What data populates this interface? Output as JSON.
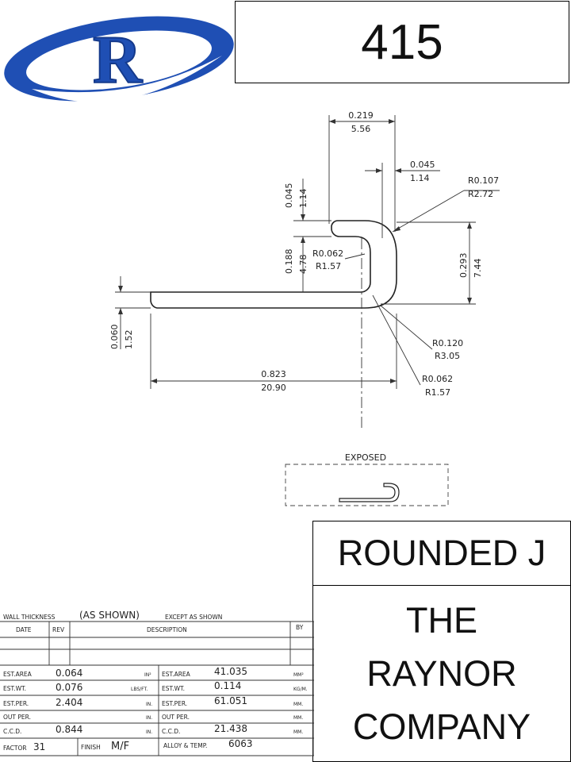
{
  "logo": {
    "letter": "R"
  },
  "part_number": "415",
  "profile_name": "ROUNDED J",
  "company": {
    "line1": "THE",
    "line2": "RAYNOR",
    "line3": "COMPANY"
  },
  "dimensions": {
    "top_width": {
      "inch": "0.219",
      "mm": "5.56"
    },
    "lip_thickness": {
      "inch": "0.045",
      "mm": "1.14"
    },
    "top_height": {
      "inch": "0.045",
      "mm": "1.14"
    },
    "outer_radius": {
      "inch": "R0.107",
      "mm": "R2.72"
    },
    "inner_radius": {
      "inch": "R0.062",
      "mm": "R1.57"
    },
    "inner_height": {
      "inch": "0.188",
      "mm": "4.78"
    },
    "overall_height": {
      "inch": "0.293",
      "mm": "7.44"
    },
    "base_thickness": {
      "inch": "0.060",
      "mm": "1.52"
    },
    "bottom_outer_radius": {
      "inch": "R0.120",
      "mm": "R3.05"
    },
    "bottom_inner_radius": {
      "inch": "R0.062",
      "mm": "R1.57"
    },
    "overall_width": {
      "inch": "0.823",
      "mm": "20.90"
    }
  },
  "exposed_label": "EXPOSED",
  "spec": {
    "wall_thickness_label": "WALL THICKNESS",
    "wall_thickness_value": "(AS SHOWN)",
    "except_label": "EXCEPT AS SHOWN",
    "col_date": "DATE",
    "col_rev": "REV",
    "col_description": "DESCRIPTION",
    "col_by": "BY",
    "left_rows": [
      {
        "label": "EST.AREA",
        "value": "0.064",
        "unit": "IN²"
      },
      {
        "label": "EST.WT.",
        "value": "0.076",
        "unit": "LBS/FT."
      },
      {
        "label": "EST.PER.",
        "value": "2.404",
        "unit": "IN."
      },
      {
        "label": "OUT PER.",
        "value": "",
        "unit": "IN."
      },
      {
        "label": "C.C.D.",
        "value": "0.844",
        "unit": "IN."
      }
    ],
    "right_rows": [
      {
        "label": "EST.AREA",
        "value": "41.035",
        "unit": "MM²"
      },
      {
        "label": "EST.WT.",
        "value": "0.114",
        "unit": "KG/M."
      },
      {
        "label": "EST.PER.",
        "value": "61.051",
        "unit": "MM."
      },
      {
        "label": "OUT PER.",
        "value": "",
        "unit": "MM."
      },
      {
        "label": "C.C.D.",
        "value": "21.438",
        "unit": "MM."
      }
    ],
    "factor_label": "FACTOR",
    "factor_value": "31",
    "finish_label": "FINISH",
    "finish_value": "M/F",
    "alloy_label": "ALLOY & TEMP.",
    "alloy_value": "6063"
  },
  "colors": {
    "logo_blue": "#1f4fb4",
    "logo_dark": "#153a8c"
  }
}
